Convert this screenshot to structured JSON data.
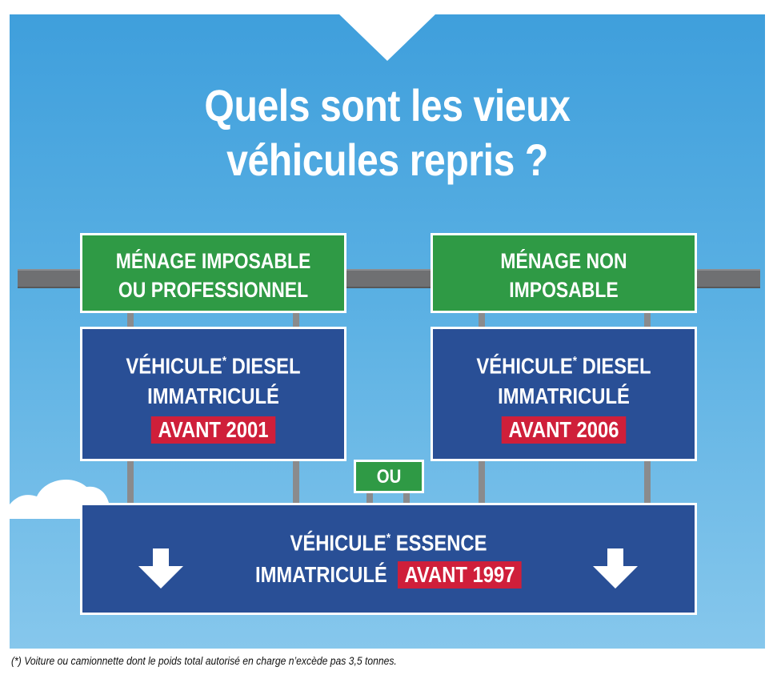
{
  "title": {
    "line1": "Quels sont les vieux",
    "line2": "véhicules repris ?"
  },
  "left_header": {
    "line1": "MÉNAGE IMPOSABLE",
    "line2": "OU PROFESSIONNEL"
  },
  "right_header": {
    "line1": "MÉNAGE NON",
    "line2": "IMPOSABLE"
  },
  "left_vehicle": {
    "line1": "VÉHICULE",
    "asterisk": "*",
    "line1_rest": " DIESEL",
    "line2": "IMMATRICULÉ",
    "date": "AVANT 2001"
  },
  "right_vehicle": {
    "line1": "VÉHICULE",
    "asterisk": "*",
    "line1_rest": " DIESEL",
    "line2": "IMMATRICULÉ",
    "date": "AVANT 2006"
  },
  "or_sign": {
    "label": "OU"
  },
  "bottom_vehicle": {
    "line1": "VÉHICULE",
    "asterisk": "*",
    "line1_rest": " ESSENCE",
    "line2": "IMMATRICULÉ",
    "date": "AVANT 1997"
  },
  "icons": [
    "down-arrow-icon",
    "down-arrow-icon",
    "cloud"
  ],
  "colors": {
    "sky": "#3f9fdc",
    "green_sign": "#2f9a45",
    "blue_sign": "#294f96",
    "red_tag": "#cf1f3a"
  },
  "footnote": "(*) Voiture ou camionnette dont le poids total autorisé en charge n’excède pas 3,5 tonnes."
}
